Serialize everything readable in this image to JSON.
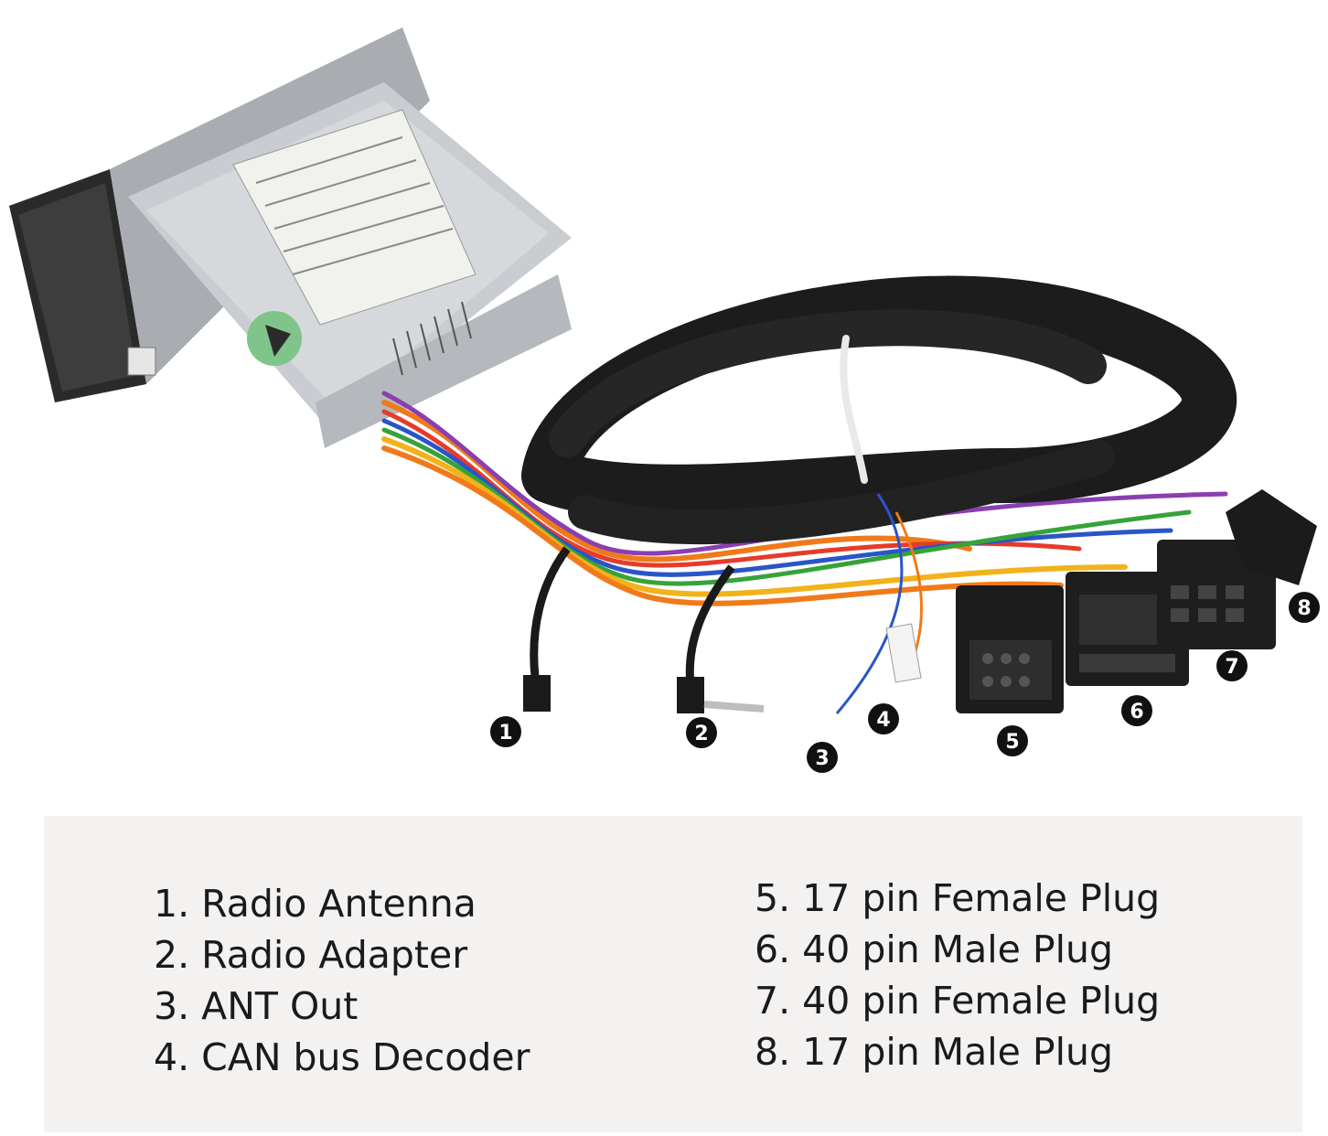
{
  "photo": {
    "description_label": "Car head unit with extension wiring harness",
    "markers": [
      {
        "id": "1",
        "label": "1"
      },
      {
        "id": "2",
        "label": "2"
      },
      {
        "id": "3",
        "label": "3"
      },
      {
        "id": "4",
        "label": "4"
      },
      {
        "id": "5",
        "label": "5"
      },
      {
        "id": "6",
        "label": "6"
      },
      {
        "id": "7",
        "label": "7"
      },
      {
        "id": "8",
        "label": "8"
      }
    ],
    "colors": {
      "marker": "#111111",
      "harness_sleeve": "#1c1c1c",
      "wire_orange": "#f07a1a",
      "unit_silver": "#c9ccd0"
    }
  },
  "legend": {
    "left": [
      "1. Radio Antenna",
      "2. Radio Adapter",
      "3. ANT Out",
      "4. CAN bus Decoder"
    ],
    "right": [
      "5. 17 pin Female Plug",
      "6. 40 pin Male Plug",
      "7. 40 pin Female Plug",
      "8. 17 pin Male Plug"
    ]
  }
}
